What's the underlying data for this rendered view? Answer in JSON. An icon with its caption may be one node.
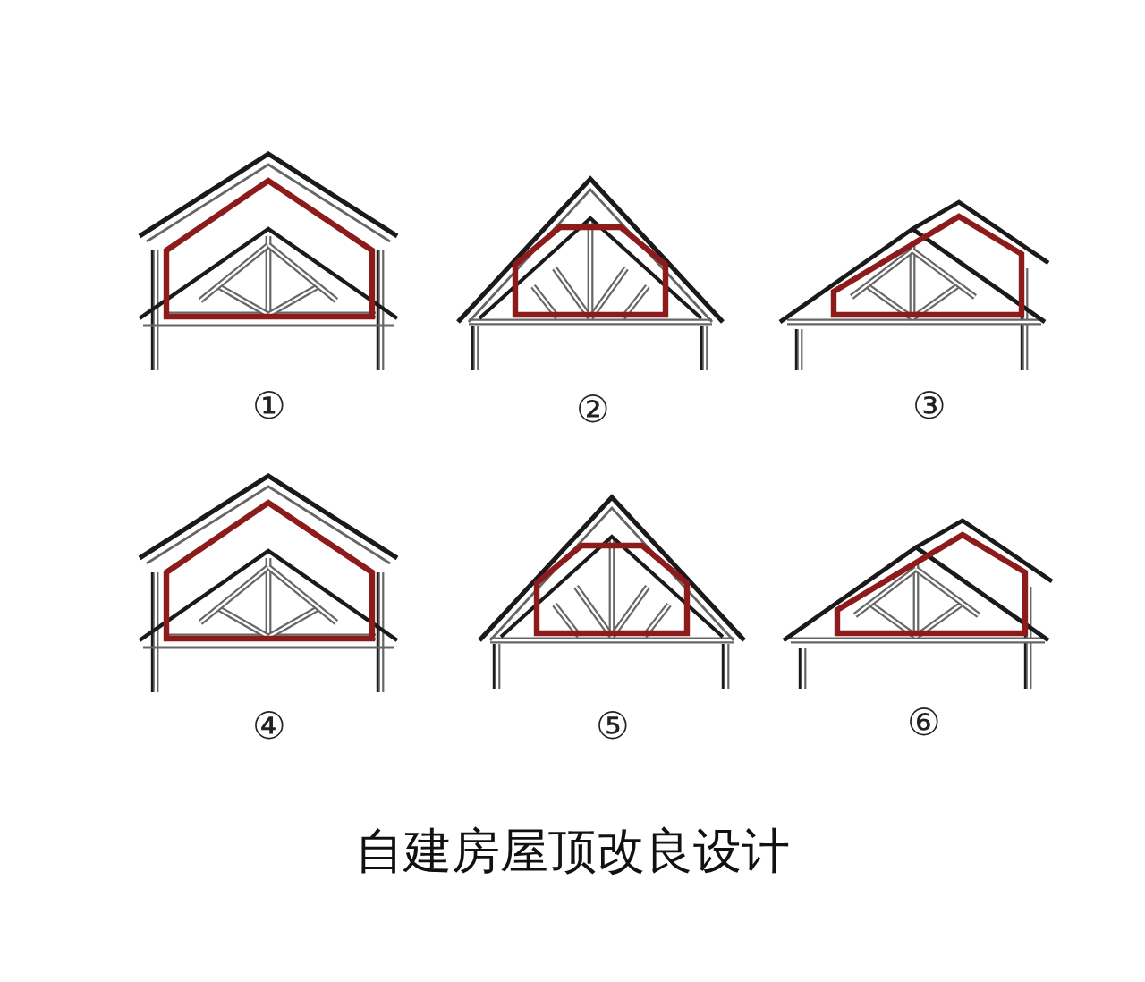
{
  "diagram": {
    "title": "自建房屋顶改良设计",
    "labels": [
      "①",
      "②",
      "③",
      "④",
      "⑤",
      "⑥"
    ]
  }
}
